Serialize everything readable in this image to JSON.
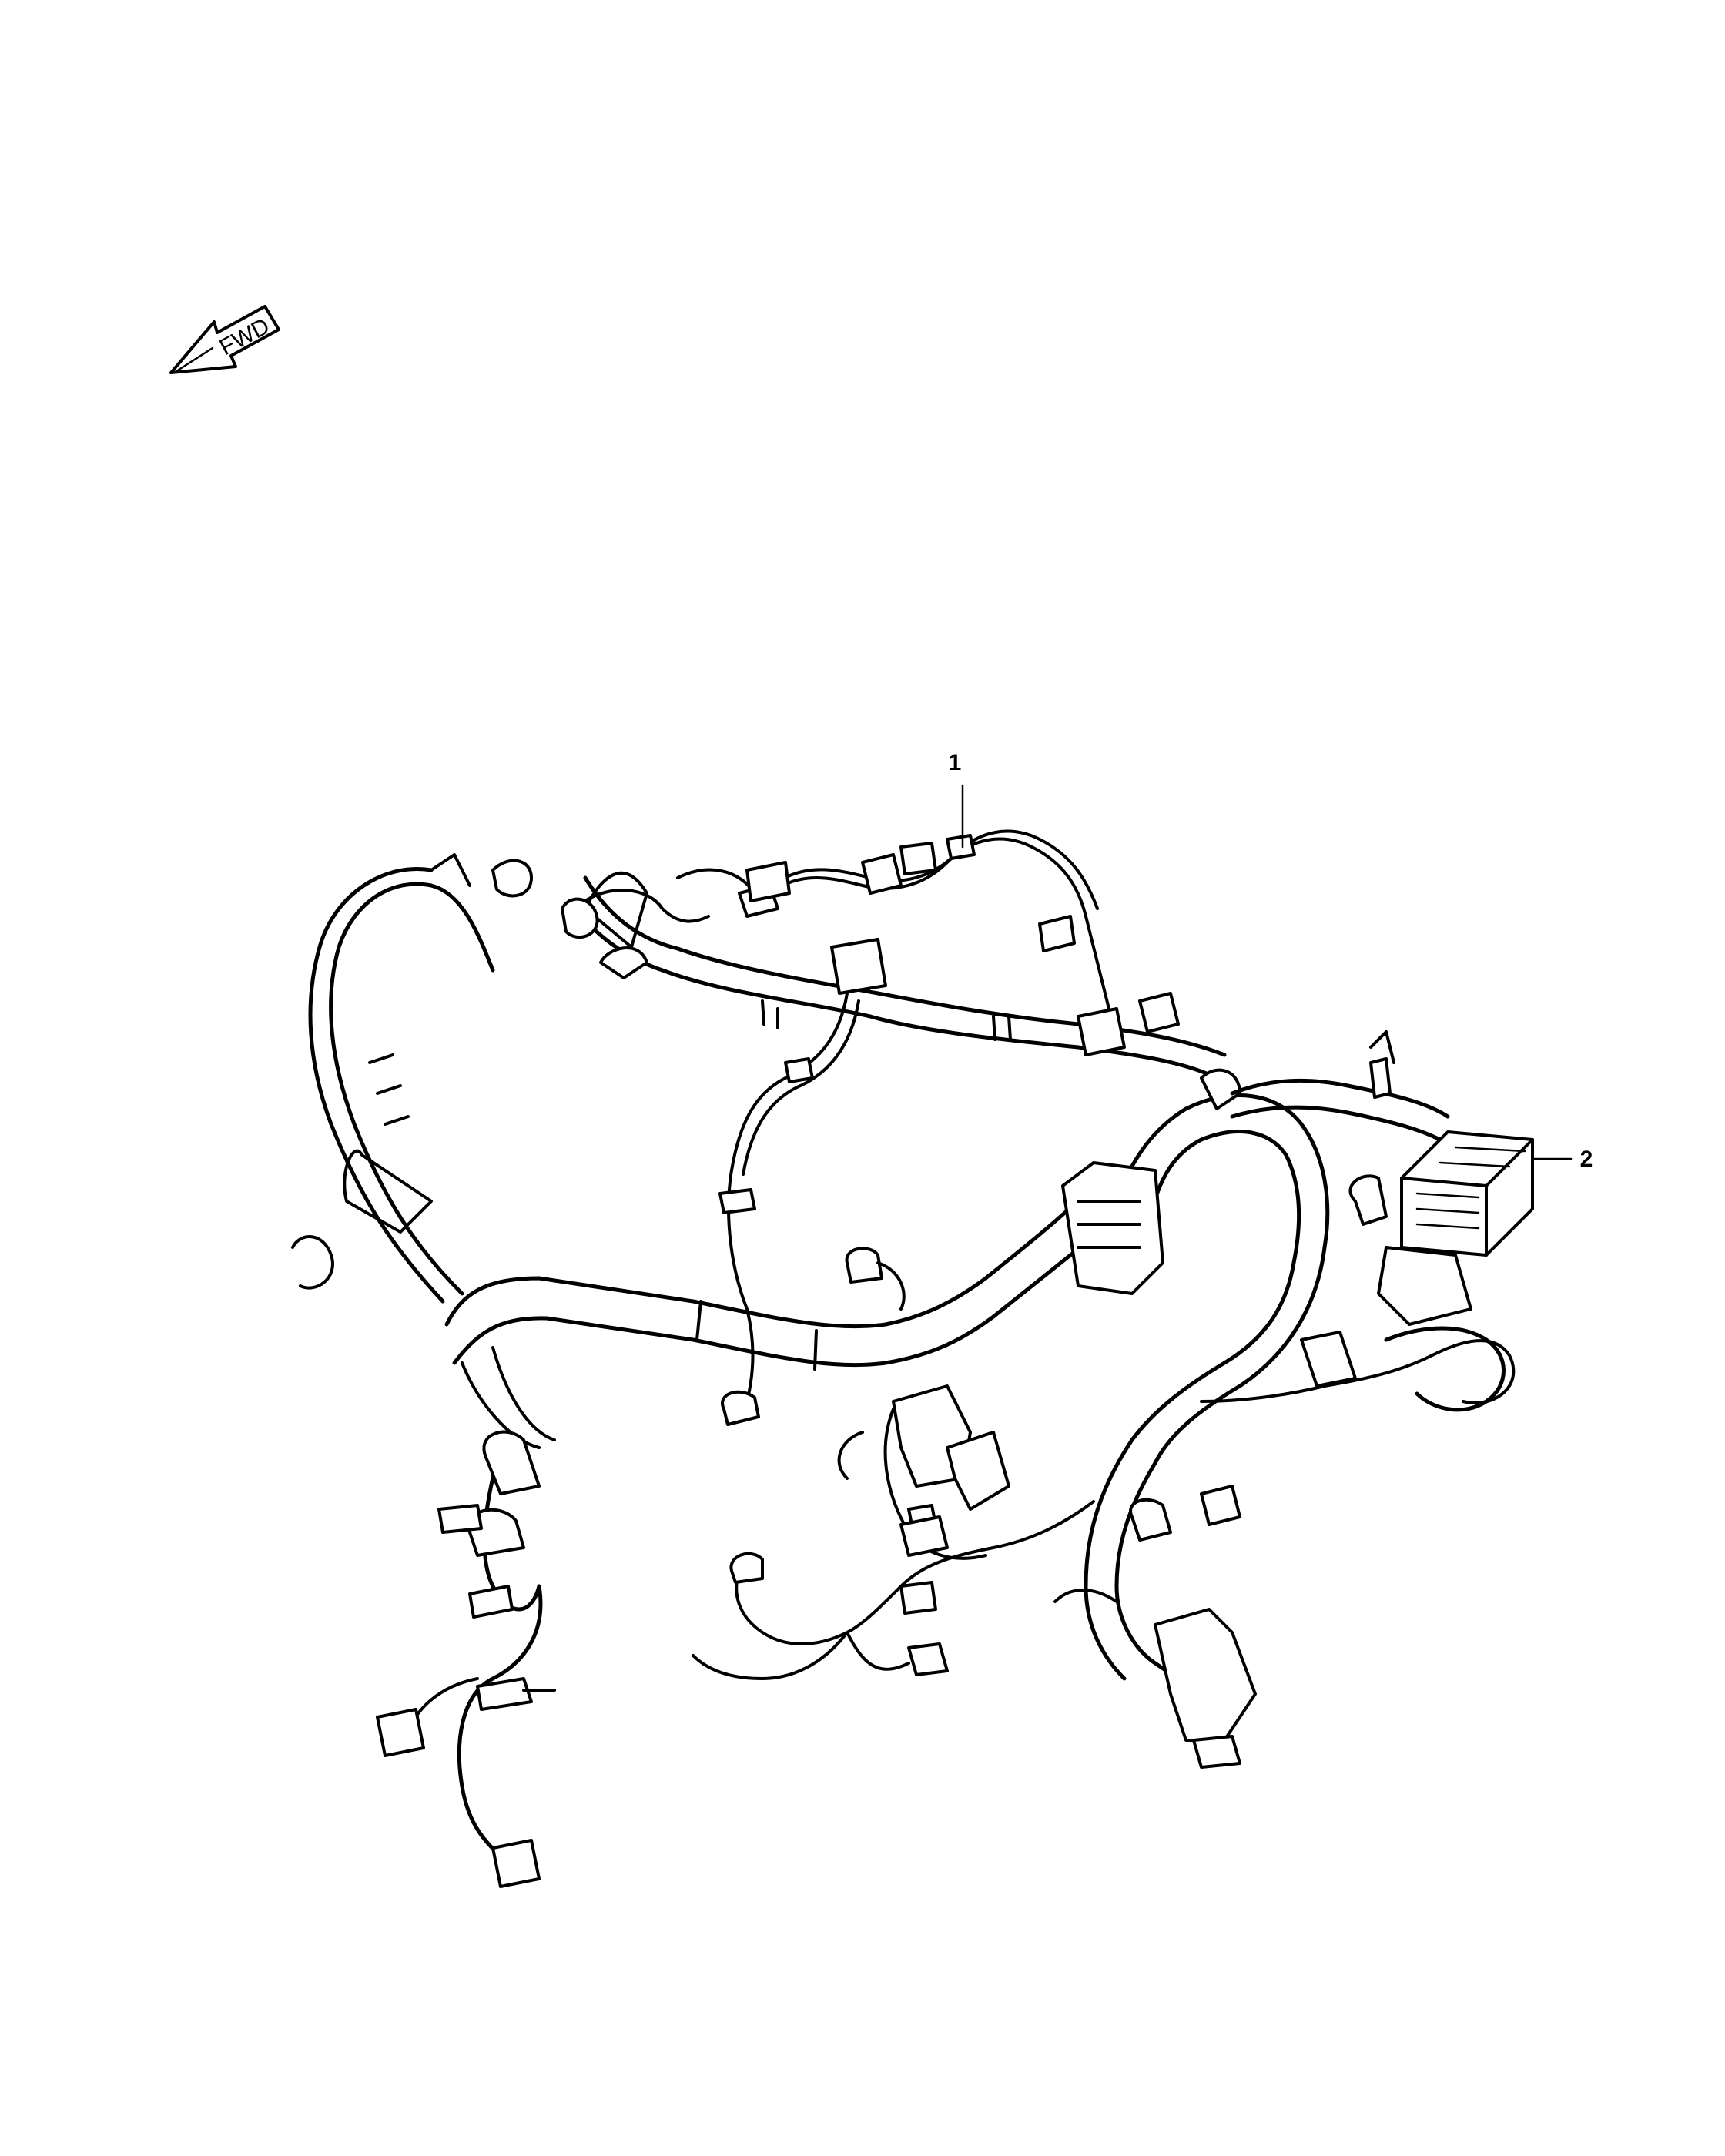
{
  "orientation": {
    "label": "FWD",
    "icon": "fwd-arrow-icon"
  },
  "callouts": [
    {
      "number": "1",
      "part": "engine-wiring-harness"
    },
    {
      "number": "2",
      "part": "powertrain-control-module-connector"
    }
  ],
  "colors": {
    "line": "#000000",
    "background": "#ffffff"
  }
}
